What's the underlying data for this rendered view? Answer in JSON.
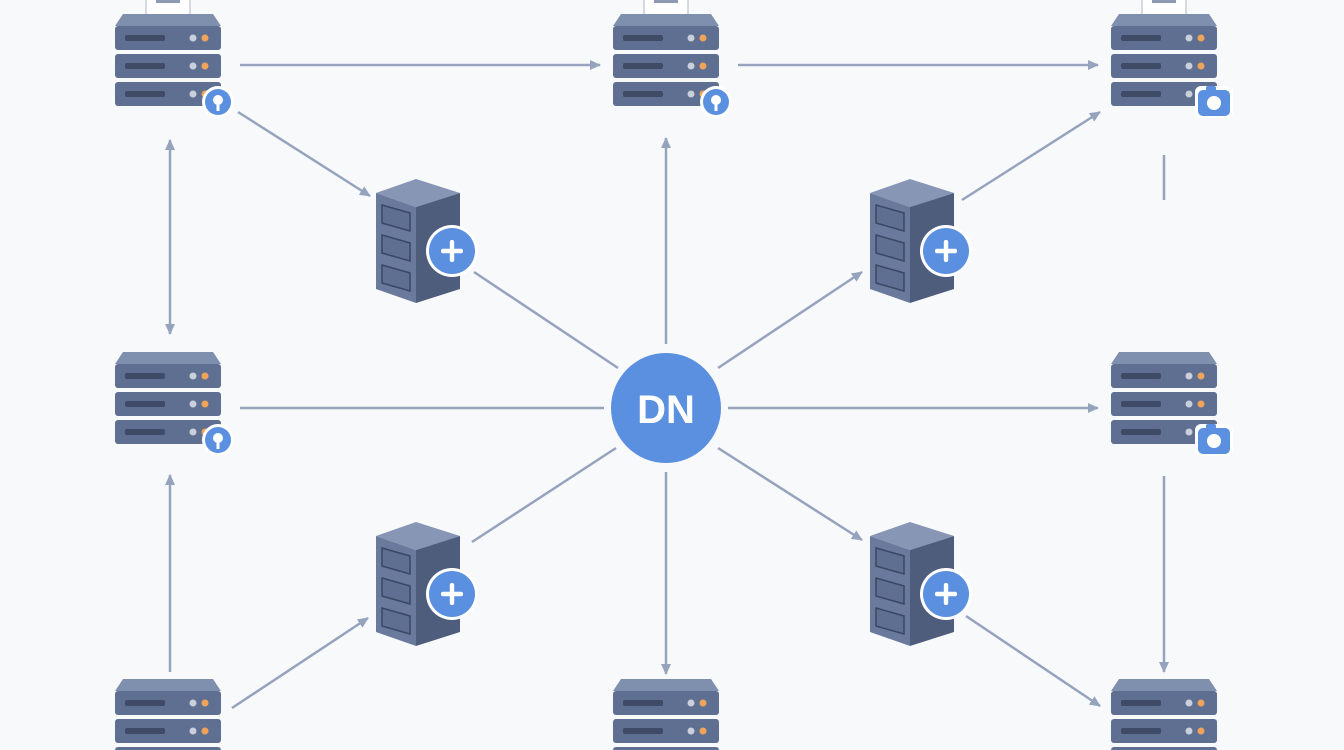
{
  "diagram": {
    "hub": {
      "label": "DN",
      "color": "#5b8fe0"
    },
    "colors": {
      "server_body": "#5f6f92",
      "server_bay": "#3e4a66",
      "led_orange": "#f0a45a",
      "led_gray": "#c9cfdb",
      "badge_blue": "#5b8fe0",
      "edge": "#95a3bd",
      "document": "#ffffff"
    },
    "nodes": [
      {
        "id": "rack-top-left",
        "kind": "rack-server",
        "badge": "location-pin-icon",
        "document": true
      },
      {
        "id": "rack-top-center",
        "kind": "rack-server",
        "badge": "location-pin-icon",
        "document": true
      },
      {
        "id": "rack-top-right",
        "kind": "rack-server",
        "badge": "camera-icon",
        "document": true
      },
      {
        "id": "rack-middle-left",
        "kind": "rack-server",
        "badge": "location-pin-icon",
        "document": false
      },
      {
        "id": "rack-middle-right",
        "kind": "rack-server",
        "badge": "camera-icon",
        "document": false
      },
      {
        "id": "rack-bottom-left",
        "kind": "rack-server",
        "badge": "",
        "document": false
      },
      {
        "id": "rack-bottom-center",
        "kind": "rack-server",
        "badge": "",
        "document": false
      },
      {
        "id": "rack-bottom-right",
        "kind": "rack-server",
        "badge": "",
        "document": false
      },
      {
        "id": "datanode-upper-left",
        "kind": "storage-cube",
        "badge": "plus-icon"
      },
      {
        "id": "datanode-upper-right",
        "kind": "storage-cube",
        "badge": "plus-icon"
      },
      {
        "id": "datanode-lower-left",
        "kind": "storage-cube",
        "badge": "plus-icon"
      },
      {
        "id": "datanode-lower-right",
        "kind": "storage-cube",
        "badge": "plus-icon"
      }
    ],
    "edges": [
      {
        "from": "rack-top-left",
        "to": "rack-top-center",
        "directed": true
      },
      {
        "from": "rack-top-center",
        "to": "rack-top-right",
        "directed": true
      },
      {
        "from": "rack-top-left",
        "to": "datanode-upper-left",
        "directed": true
      },
      {
        "from": "datanode-upper-left",
        "to": "hub",
        "directed": false
      },
      {
        "from": "hub",
        "to": "rack-top-center",
        "directed": true
      },
      {
        "from": "hub",
        "to": "datanode-upper-right",
        "directed": true
      },
      {
        "from": "datanode-upper-right",
        "to": "rack-top-right",
        "directed": true
      },
      {
        "from": "rack-middle-left",
        "to": "rack-top-left",
        "directed": true
      },
      {
        "from": "rack-top-left",
        "to": "rack-middle-left",
        "directed": true
      },
      {
        "from": "rack-middle-left",
        "to": "hub",
        "directed": false
      },
      {
        "from": "hub",
        "to": "rack-middle-right",
        "directed": true
      },
      {
        "from": "rack-bottom-left",
        "to": "rack-middle-left",
        "directed": true
      },
      {
        "from": "rack-bottom-left",
        "to": "datanode-lower-left",
        "directed": true
      },
      {
        "from": "datanode-lower-left",
        "to": "hub",
        "directed": false
      },
      {
        "from": "hub",
        "to": "rack-bottom-center",
        "directed": true
      },
      {
        "from": "hub",
        "to": "datanode-lower-right",
        "directed": true
      },
      {
        "from": "datanode-lower-right",
        "to": "rack-bottom-right",
        "directed": true
      },
      {
        "from": "rack-middle-right",
        "to": "rack-bottom-right",
        "directed": true
      },
      {
        "from": "rack-top-right",
        "to": "rack-middle-right",
        "directed": false
      }
    ]
  }
}
